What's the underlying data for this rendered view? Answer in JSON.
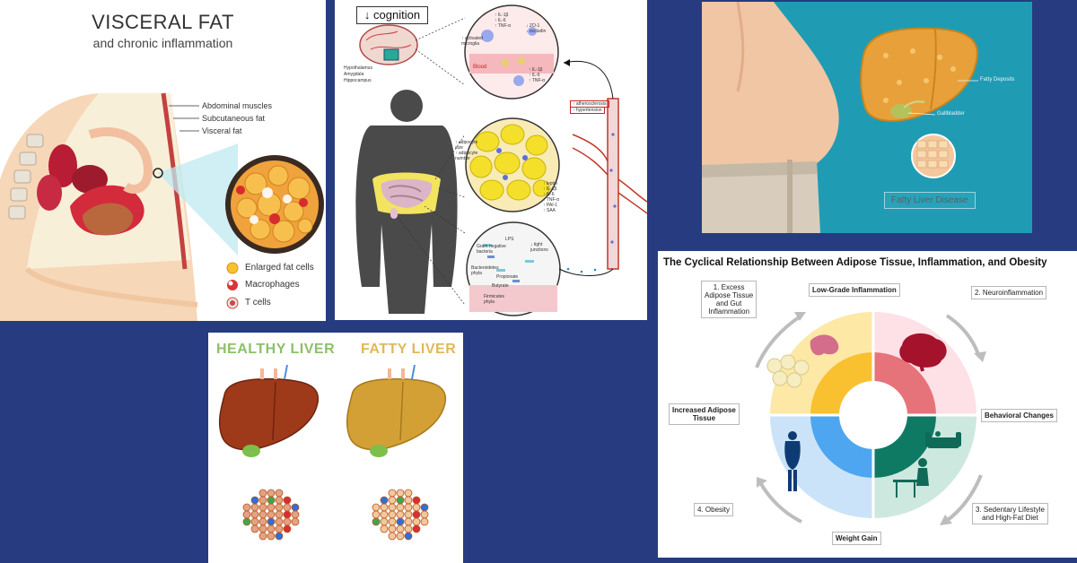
{
  "visceral": {
    "title": "VISCERAL FAT",
    "subtitle": "and chronic inflammation",
    "labels": [
      "Abdominal muscles",
      "Subcutaneous fat",
      "Visceral fat"
    ],
    "legend": [
      "Enlarged fat cells",
      "Macrophages",
      "T cells"
    ]
  },
  "cognition": {
    "heading": "↓ cognition",
    "brain_regions": [
      "Hypothalamus",
      "Amygdala",
      "Hippocampus"
    ],
    "brain_cytokines": [
      "↑ IL-1β",
      "↑ IL-6",
      "↑ TNF-α"
    ],
    "tight": [
      "↓ ZO-1",
      "↓ occludin"
    ],
    "microglia": [
      "↑ activated",
      "microglia"
    ],
    "blood": "Blood",
    "blood_cytokines": [
      "↑ IL-1β",
      "↑ IL-6",
      "↑ TNF-α"
    ],
    "vascular": [
      "↑ atherosclerosis",
      "↑ hypertension"
    ],
    "adipocyte": [
      "↑ adipocyte",
      "size",
      "↑ adipocyte",
      "number"
    ],
    "adipokines": [
      "↑ leptin",
      "↑ IL-1β",
      "↑ IL-6",
      "↑ TNF-α",
      "↑ PAI-1",
      "↑ SAA"
    ],
    "gut": {
      "lps": "LPS",
      "tight": [
        "↓ tight",
        "junctions"
      ],
      "gram": [
        "Gram negative",
        "bacteria"
      ],
      "bacteroidetes": [
        "Bacteroidetes",
        "phyla"
      ],
      "propionate": "Propionate",
      "butyrate": "Butyrate",
      "firmicutes": [
        "Firmicutes",
        "phyla"
      ]
    }
  },
  "fatty_liver": {
    "deposits": "Fatty Deposits",
    "gallbladder": "Gallbladder",
    "label": "Fatty Liver Disease",
    "colors": {
      "bg": "#1f9cb3",
      "liver": "#e8a13a"
    }
  },
  "liver_compare": {
    "healthy": "HEALTHY LIVER",
    "fatty": "FATTY LIVER",
    "colors": {
      "healthy_title": "#8cc06a",
      "fatty_title": "#e0b85c",
      "healthy_liver": "#9e3a1a",
      "fatty_liver": "#d2a035"
    }
  },
  "cycle": {
    "title": "The Cyclical Relationship Between Adipose Tissue, Inflammation, and Obesity",
    "low_grade": "Low-Grade Inflammation",
    "behavioral": "Behavioral Changes",
    "weight_gain": "Weight Gain",
    "increased": [
      "Increased Adipose",
      "Tissue"
    ],
    "step1": [
      "1. Excess",
      "Adipose Tissue",
      "and Gut",
      "Inflammation"
    ],
    "step2": "2. Neuroinflammation",
    "step3": [
      "3. Sedentary Lifestyle",
      "and High-Fat Diet"
    ],
    "step4": "4. Obesity",
    "colors": {
      "q1": "#fde8a6",
      "q2": "#fde1e6",
      "q3": "#cde8df",
      "q4": "#cbe3f8",
      "r1": "#f9c12f",
      "r2": "#e6737a",
      "r3": "#0f7a64",
      "r4": "#4da6ef"
    }
  }
}
